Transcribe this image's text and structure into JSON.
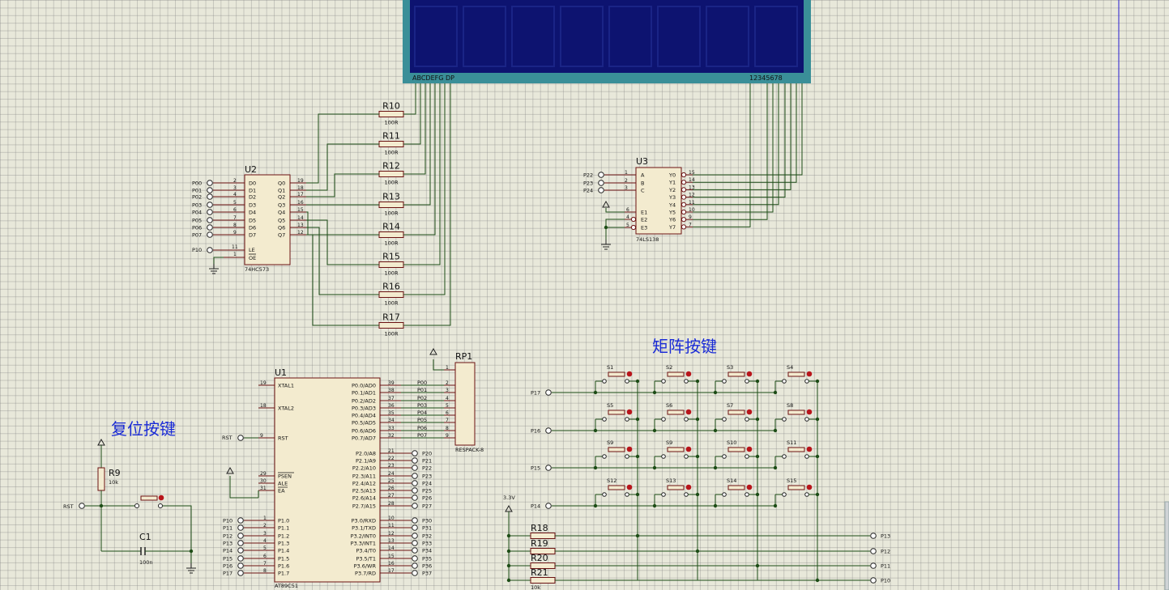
{
  "display": {
    "seg_labels": "ABCDEFG  DP",
    "digit_labels": "12345678"
  },
  "titles": {
    "matrix_keys": "矩阵按键",
    "reset_keys": "复位按键"
  },
  "resistors": [
    {
      "name": "R10",
      "value": "100R"
    },
    {
      "name": "R11",
      "value": "100R"
    },
    {
      "name": "R12",
      "value": "100R"
    },
    {
      "name": "R13",
      "value": "100R"
    },
    {
      "name": "R14",
      "value": "100R"
    },
    {
      "name": "R15",
      "value": "100R"
    },
    {
      "name": "R16",
      "value": "100R"
    },
    {
      "name": "R17",
      "value": "100R"
    }
  ],
  "u2": {
    "ref": "U2",
    "part": "74HC573",
    "inputs": [
      {
        "net": "P00",
        "pin": "2",
        "name": "D0"
      },
      {
        "net": "P01",
        "pin": "3",
        "name": "D1"
      },
      {
        "net": "P02",
        "pin": "4",
        "name": "D2"
      },
      {
        "net": "P03",
        "pin": "5",
        "name": "D3"
      },
      {
        "net": "P04",
        "pin": "6",
        "name": "D4"
      },
      {
        "net": "P05",
        "pin": "7",
        "name": "D5"
      },
      {
        "net": "P06",
        "pin": "8",
        "name": "D6"
      },
      {
        "net": "P07",
        "pin": "9",
        "name": "D7"
      }
    ],
    "outputs": [
      {
        "pin": "19",
        "name": "Q0"
      },
      {
        "pin": "18",
        "name": "Q1"
      },
      {
        "pin": "17",
        "name": "Q2"
      },
      {
        "pin": "16",
        "name": "Q3"
      },
      {
        "pin": "15",
        "name": "Q4"
      },
      {
        "pin": "14",
        "name": "Q5"
      },
      {
        "pin": "13",
        "name": "Q6"
      },
      {
        "pin": "12",
        "name": "Q7"
      }
    ],
    "le": {
      "net": "P10",
      "pin": "11",
      "name": "LE"
    },
    "oe": {
      "pin": "1",
      "name": "OE"
    }
  },
  "u3": {
    "ref": "U3",
    "part": "74LS138",
    "inputs": [
      {
        "net": "P22",
        "pin": "1",
        "name": "A"
      },
      {
        "net": "P23",
        "pin": "2",
        "name": "B"
      },
      {
        "net": "P24",
        "pin": "3",
        "name": "C"
      }
    ],
    "enables": [
      {
        "pin": "6",
        "name": "E1"
      },
      {
        "pin": "4",
        "name": "E2"
      },
      {
        "pin": "5",
        "name": "E3"
      }
    ],
    "outputs": [
      {
        "pin": "15",
        "name": "Y0"
      },
      {
        "pin": "14",
        "name": "Y1"
      },
      {
        "pin": "13",
        "name": "Y2"
      },
      {
        "pin": "12",
        "name": "Y3"
      },
      {
        "pin": "11",
        "name": "Y4"
      },
      {
        "pin": "10",
        "name": "Y5"
      },
      {
        "pin": "9",
        "name": "Y6"
      },
      {
        "pin": "7",
        "name": "Y7"
      }
    ]
  },
  "rp1": {
    "ref": "RP1",
    "part": "RESPACK-8",
    "pins": [
      "1",
      "2",
      "3",
      "4",
      "5",
      "6",
      "7",
      "8",
      "9"
    ],
    "nets": [
      "P00",
      "P01",
      "P02",
      "P03",
      "P04",
      "P05",
      "P06",
      "P07"
    ]
  },
  "u1": {
    "ref": "U1",
    "part": "AT89C51",
    "left": [
      {
        "net": "",
        "pin": "19",
        "name": "XTAL1"
      },
      {
        "net": "",
        "pin": "18",
        "name": "XTAL2"
      },
      {
        "net": "RST",
        "pin": "9",
        "name": "RST"
      },
      {
        "net": "",
        "pin": "29",
        "name": "PSEN"
      },
      {
        "net": "",
        "pin": "30",
        "name": "ALE"
      },
      {
        "net": "",
        "pin": "31",
        "name": "EA"
      }
    ],
    "p1": [
      {
        "net": "P10",
        "pin": "1",
        "name": "P1.0"
      },
      {
        "net": "P11",
        "pin": "2",
        "name": "P1.1"
      },
      {
        "net": "P12",
        "pin": "3",
        "name": "P1.2"
      },
      {
        "net": "P13",
        "pin": "4",
        "name": "P1.3"
      },
      {
        "net": "P14",
        "pin": "5",
        "name": "P1.4"
      },
      {
        "net": "P15",
        "pin": "6",
        "name": "P1.5"
      },
      {
        "net": "P16",
        "pin": "7",
        "name": "P1.6"
      },
      {
        "net": "P17",
        "pin": "8",
        "name": "P1.7"
      }
    ],
    "p0": [
      {
        "net": "P00",
        "pin": "39",
        "name": "P0.0/AD0"
      },
      {
        "net": "P01",
        "pin": "38",
        "name": "P0.1/AD1"
      },
      {
        "net": "P02",
        "pin": "37",
        "name": "P0.2/AD2"
      },
      {
        "net": "P03",
        "pin": "36",
        "name": "P0.3/AD3"
      },
      {
        "net": "P04",
        "pin": "35",
        "name": "P0.4/AD4"
      },
      {
        "net": "P05",
        "pin": "34",
        "name": "P0.5/AD5"
      },
      {
        "net": "P06",
        "pin": "33",
        "name": "P0.6/AD6"
      },
      {
        "net": "P07",
        "pin": "32",
        "name": "P0.7/AD7"
      }
    ],
    "p2": [
      {
        "net": "P20",
        "pin": "21",
        "name": "P2.0/A8"
      },
      {
        "net": "P21",
        "pin": "22",
        "name": "P2.1/A9"
      },
      {
        "net": "P22",
        "pin": "23",
        "name": "P2.2/A10"
      },
      {
        "net": "P23",
        "pin": "24",
        "name": "P2.3/A11"
      },
      {
        "net": "P24",
        "pin": "25",
        "name": "P2.4/A12"
      },
      {
        "net": "P25",
        "pin": "26",
        "name": "P2.5/A13"
      },
      {
        "net": "P26",
        "pin": "27",
        "name": "P2.6/A14"
      },
      {
        "net": "P27",
        "pin": "28",
        "name": "P2.7/A15"
      }
    ],
    "p3": [
      {
        "net": "P30",
        "pin": "10",
        "name": "P3.0/RXD"
      },
      {
        "net": "P31",
        "pin": "11",
        "name": "P3.1/TXD"
      },
      {
        "net": "P32",
        "pin": "12",
        "name": "P3.2/INT0"
      },
      {
        "net": "P33",
        "pin": "13",
        "name": "P3.3/INT1"
      },
      {
        "net": "P34",
        "pin": "14",
        "name": "P3.4/T0"
      },
      {
        "net": "P35",
        "pin": "15",
        "name": "P3.5/T1"
      },
      {
        "net": "P36",
        "pin": "16",
        "name": "P3.6/WR"
      },
      {
        "net": "P37",
        "pin": "17",
        "name": "P3.7/RD"
      }
    ]
  },
  "reset": {
    "r9": {
      "name": "R9",
      "value": "10k"
    },
    "c1": {
      "name": "C1",
      "value": "100n"
    },
    "net": "RST"
  },
  "matrix": {
    "switches": [
      [
        "S1",
        "S2",
        "S3",
        "S4"
      ],
      [
        "S5",
        "S6",
        "S7",
        "S8"
      ],
      [
        "S9",
        "S9",
        "S10",
        "S11"
      ],
      [
        "S12",
        "S13",
        "S14",
        "S15"
      ]
    ],
    "row_nets": [
      "P17",
      "P16",
      "P15",
      "P14"
    ],
    "col_nets": [
      "P13",
      "P12",
      "P11",
      "P10"
    ],
    "pullups": [
      "R18",
      "R19",
      "R20",
      "R21"
    ],
    "pullup_value": "10k",
    "supply": "3.3V"
  }
}
